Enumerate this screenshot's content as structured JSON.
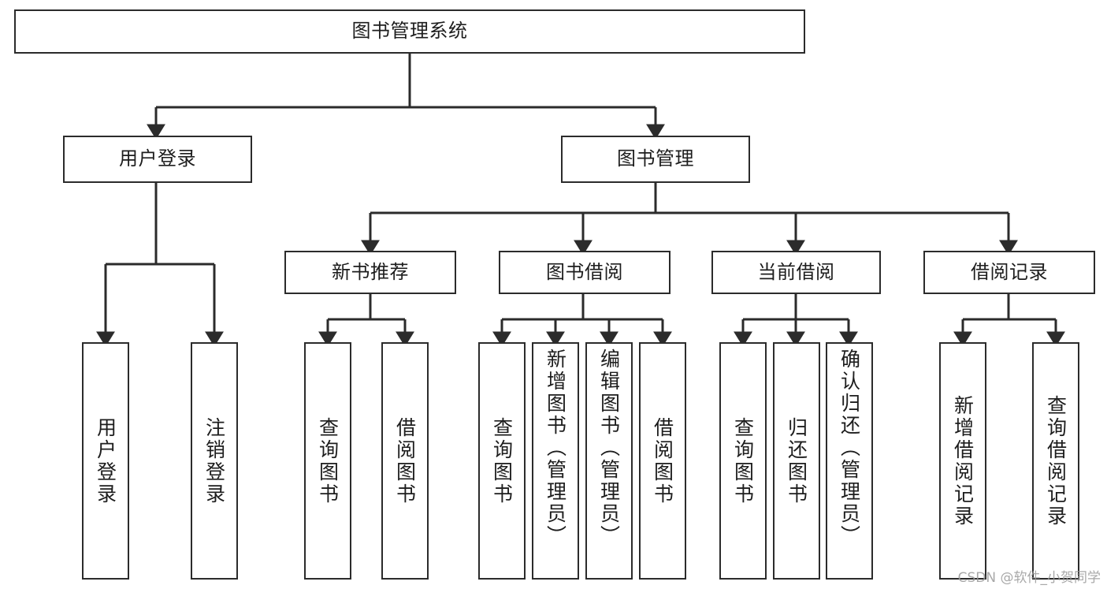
{
  "diagram": {
    "type": "tree",
    "title": "图书管理系统",
    "orientation": "top-down",
    "colors": {
      "box_border": "#2b2b2b",
      "box_fill": "#ffffff",
      "edge": "#2b2b2b",
      "text": "#1d1d1d",
      "watermark": "#9a9a9a"
    },
    "nodes": {
      "root": {
        "label": "图书管理系统"
      },
      "level2": [
        {
          "id": "user-login",
          "label": "用户登录"
        },
        {
          "id": "book-manage",
          "label": "图书管理"
        }
      ],
      "level3": [
        {
          "id": "new-book-rec",
          "label": "新书推荐"
        },
        {
          "id": "book-borrow",
          "label": "图书借阅"
        },
        {
          "id": "current-borrow",
          "label": "当前借阅"
        },
        {
          "id": "borrow-record",
          "label": "借阅记录"
        }
      ],
      "leaves": {
        "user_login": [
          {
            "id": "leaf-user-login",
            "label": "用户登录"
          },
          {
            "id": "leaf-logout-login",
            "label": "注销登录"
          }
        ],
        "new_book_rec": [
          {
            "id": "leaf-query-book-1",
            "label": "查询图书"
          },
          {
            "id": "leaf-borrow-book-1",
            "label": "借阅图书"
          }
        ],
        "book_borrow": [
          {
            "id": "leaf-query-book-2",
            "label": "查询图书"
          },
          {
            "id": "leaf-add-book",
            "label": "新增图书（管理员）"
          },
          {
            "id": "leaf-edit-book",
            "label": "编辑图书（管理员）"
          },
          {
            "id": "leaf-borrow-book-2",
            "label": "借阅图书"
          }
        ],
        "current_borrow": [
          {
            "id": "leaf-query-book-3",
            "label": "查询图书"
          },
          {
            "id": "leaf-return-book",
            "label": "归还图书"
          },
          {
            "id": "leaf-confirm-return",
            "label": "确认归还（管理员）"
          }
        ],
        "borrow_record": [
          {
            "id": "leaf-add-record",
            "label": "新增借阅记录"
          },
          {
            "id": "leaf-query-record",
            "label": "查询借阅记录"
          }
        ]
      }
    },
    "edges": [
      {
        "from": "图书管理系统",
        "to": "用户登录"
      },
      {
        "from": "图书管理系统",
        "to": "图书管理"
      },
      {
        "from": "用户登录",
        "to": "用户登录"
      },
      {
        "from": "用户登录",
        "to": "注销登录"
      },
      {
        "from": "图书管理",
        "to": "新书推荐"
      },
      {
        "from": "图书管理",
        "to": "图书借阅"
      },
      {
        "from": "图书管理",
        "to": "当前借阅"
      },
      {
        "from": "图书管理",
        "to": "借阅记录"
      },
      {
        "from": "新书推荐",
        "to": "查询图书"
      },
      {
        "from": "新书推荐",
        "to": "借阅图书"
      },
      {
        "from": "图书借阅",
        "to": "查询图书"
      },
      {
        "from": "图书借阅",
        "to": "新增图书（管理员）"
      },
      {
        "from": "图书借阅",
        "to": "编辑图书（管理员）"
      },
      {
        "from": "图书借阅",
        "to": "借阅图书"
      },
      {
        "from": "当前借阅",
        "to": "查询图书"
      },
      {
        "from": "当前借阅",
        "to": "归还图书"
      },
      {
        "from": "当前借阅",
        "to": "确认归还（管理员）"
      },
      {
        "from": "借阅记录",
        "to": "新增借阅记录"
      },
      {
        "from": "借阅记录",
        "to": "查询借阅记录"
      }
    ]
  },
  "watermark": {
    "text": "CSDN @软件_小贺同学"
  }
}
